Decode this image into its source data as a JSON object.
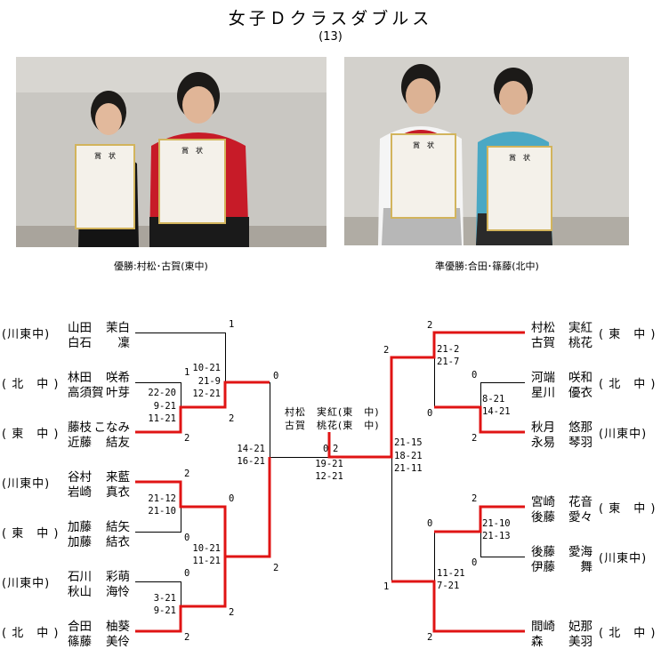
{
  "title": "女子Ｄクラスダブルス",
  "subtitle": "(13)",
  "captions": {
    "winner": "優勝:村松･古賀(東中)",
    "runner_up": "準優勝:合田･篠藤(北中)"
  },
  "photos": {
    "certificate_heading": "賞　状"
  },
  "left_teams": [
    {
      "school": "(川東中)",
      "p1": {
        "last": "山田",
        "first": "茉白"
      },
      "p2": {
        "last": "白石",
        "first": "凜"
      }
    },
    {
      "school": "( 北　中 )",
      "p1": {
        "last": "林田",
        "first": "咲希"
      },
      "p2": {
        "last": "高須賀",
        "first": "叶芽"
      }
    },
    {
      "school": "( 東　中 )",
      "p1": {
        "last": "藤枝",
        "first": "こなみ"
      },
      "p2": {
        "last": "近藤",
        "first": "結友"
      }
    },
    {
      "school": "(川東中)",
      "p1": {
        "last": "谷村",
        "first": "来藍"
      },
      "p2": {
        "last": "岩崎",
        "first": "真衣"
      }
    },
    {
      "school": "( 東　中 )",
      "p1": {
        "last": "加藤",
        "first": "結矢"
      },
      "p2": {
        "last": "加藤",
        "first": "結衣"
      }
    },
    {
      "school": "(川東中)",
      "p1": {
        "last": "石川",
        "first": "彩萌"
      },
      "p2": {
        "last": "秋山",
        "first": "海怜"
      }
    },
    {
      "school": "( 北　中 )",
      "p1": {
        "last": "合田",
        "first": "柚葵"
      },
      "p2": {
        "last": "篠藤",
        "first": "美伶"
      }
    }
  ],
  "right_teams": [
    {
      "school": "( 東　中 )",
      "p1": {
        "last": "村松",
        "first": "実紅"
      },
      "p2": {
        "last": "古賀",
        "first": "桃花"
      }
    },
    {
      "school": "( 北　中 )",
      "p1": {
        "last": "河端",
        "first": "咲和"
      },
      "p2": {
        "last": "星川",
        "first": "優衣"
      }
    },
    {
      "school": "(川東中)",
      "p1": {
        "last": "秋月",
        "first": "悠那"
      },
      "p2": {
        "last": "永易",
        "first": "琴羽"
      }
    },
    {
      "school": "( 東　中 )",
      "p1": {
        "last": "宮崎",
        "first": "花音"
      },
      "p2": {
        "last": "後藤",
        "first": "愛々"
      }
    },
    {
      "school": "(川東中)",
      "p1": {
        "last": "後藤",
        "first": "愛海"
      },
      "p2": {
        "last": "伊藤",
        "first": "舞"
      }
    },
    {
      "school": "( 北　中 )",
      "p1": {
        "last": "間崎",
        "first": "妃那"
      },
      "p2": {
        "last": "森",
        "first": "美羽"
      }
    }
  ],
  "matches": {
    "left": {
      "r1_a": {
        "top": "1",
        "bottom": "2",
        "scores": [
          "22-20",
          "9-21",
          "11-21"
        ]
      },
      "r2_a": {
        "top": "1",
        "bottom": "2",
        "scores": [
          "10-21",
          "21-9",
          "12-21"
        ]
      },
      "r1_b": {
        "top": "2",
        "bottom": "0",
        "scores": [
          "21-12",
          "21-10"
        ]
      },
      "r1_c": {
        "top": "0",
        "bottom": "2",
        "scores": [
          "3-21",
          "9-21"
        ]
      },
      "r2_b": {
        "top": "0",
        "bottom": "2",
        "scores": [
          "10-21",
          "11-21"
        ]
      },
      "semi": {
        "top": "0",
        "bottom": "2",
        "scores": [
          "14-21",
          "16-21"
        ]
      }
    },
    "final": {
      "left": "0",
      "right": "2",
      "scores": [
        "19-21",
        "12-21"
      ],
      "champion": [
        "村松　実紅(東　中)",
        "古賀　桃花(東　中)"
      ]
    },
    "right": {
      "semi": {
        "top": "2",
        "bottom": "1",
        "scores": [
          "21-15",
          "18-21",
          "21-11"
        ]
      },
      "r2_a": {
        "top": "2",
        "bottom": "0",
        "scores": [
          "21-2",
          "21-7"
        ]
      },
      "r1_a": {
        "top": "0",
        "bottom": "2",
        "scores": [
          "8-21",
          "14-21"
        ]
      },
      "r2_b": {
        "top": "0",
        "bottom": "2",
        "scores": [
          "11-21",
          "7-21"
        ]
      },
      "r1_b": {
        "top": "2",
        "bottom": "0",
        "scores": [
          "21-10",
          "21-13"
        ]
      }
    }
  },
  "colors": {
    "winner_line": "#e01414",
    "line": "#000000"
  }
}
